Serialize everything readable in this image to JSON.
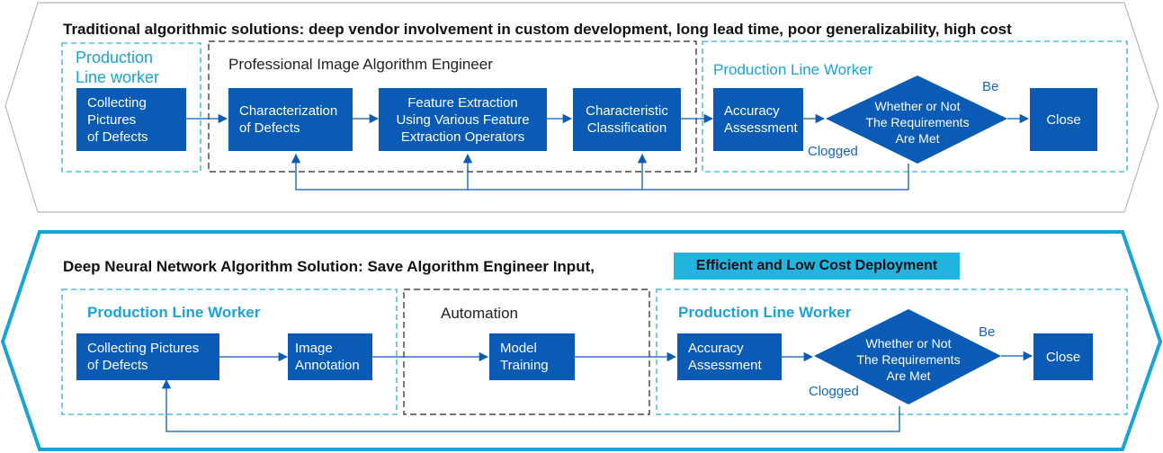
{
  "top": {
    "header": "Traditional algorithmic solutions: deep vendor involvement in custom development, long lead time, poor generalizability, high cost",
    "worker_label": "Production\nLine worker",
    "engineer_label": "Professional Image Algorithm Engineer",
    "worker2_label": "Production Line Worker",
    "boxes": {
      "collect": "Collecting\nPictures\nof Defects",
      "characterization": "Characterization\nof Defects",
      "extraction": "Feature Extraction\nUsing Various Feature\nExtraction Operators",
      "classification": "Characteristic\nClassification",
      "accuracy": "Accuracy\nAssessment",
      "close": "Close"
    },
    "diamond": "Whether or Not\nThe Requirements\nAre Met",
    "yes_label": "Be",
    "no_label": "Clogged"
  },
  "bottom": {
    "header": "Deep Neural Network Algorithm Solution: Save Algorithm Engineer Input,",
    "highlight": "Efficient and Low Cost Deployment",
    "worker_label": "Production Line Worker",
    "automation_label": "Automation",
    "worker2_label": "Production Line Worker",
    "boxes": {
      "collect": "Collecting Pictures\nof Defects",
      "annotation": "Image\nAnnotation",
      "training": "Model\nTraining",
      "accuracy": "Accuracy\nAssessment",
      "close": "Close"
    },
    "diamond": "Whether or Not\nThe Requirements\nAre Met",
    "yes_label": "Be",
    "no_label": "Clogged"
  },
  "colors": {
    "box_fill": "#0a5bb5",
    "accent_cyan": "#1aa3d4",
    "highlight_fill": "#22b4e0",
    "top_frame": "#b8b8b8"
  }
}
